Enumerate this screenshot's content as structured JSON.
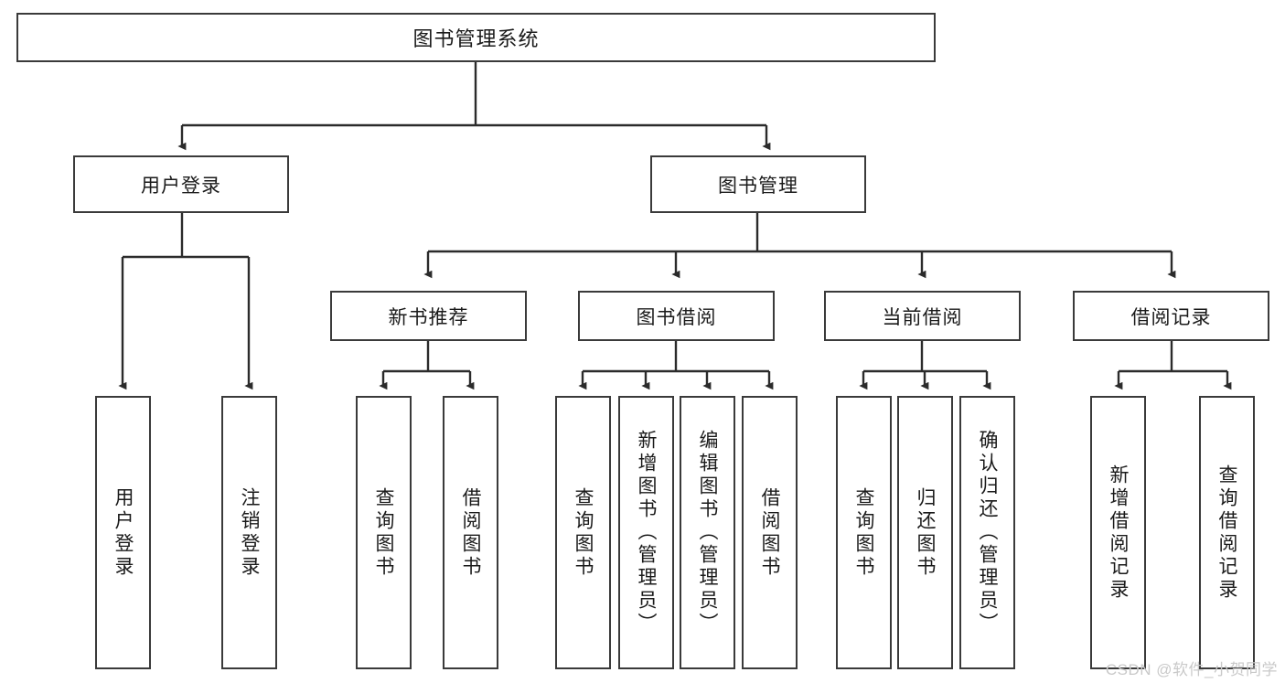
{
  "diagram": {
    "title": "图书管理系统",
    "type": "tree-hierarchy-diagram",
    "colors": {
      "box_border": "#3a3a3a",
      "box_fill": "#ffffff",
      "connector": "#2b2b2b",
      "text": "#1a1a1a",
      "watermark": "#c9c9c9",
      "background": "#ffffff"
    },
    "root": {
      "label": "图书管理系统"
    },
    "level2": [
      {
        "label": "用户登录"
      },
      {
        "label": "图书管理"
      }
    ],
    "level3": [
      {
        "label": "新书推荐"
      },
      {
        "label": "图书借阅"
      },
      {
        "label": "当前借阅"
      },
      {
        "label": "借阅记录"
      }
    ],
    "leaves": {
      "user_login": [
        {
          "label": "用户登录"
        },
        {
          "label": "注销登录"
        }
      ],
      "new_book_recommend": [
        {
          "label": "查询图书"
        },
        {
          "label": "借阅图书"
        }
      ],
      "book_borrow": [
        {
          "label": "查询图书"
        },
        {
          "label": "新增图书（管理员）"
        },
        {
          "label": "编辑图书（管理员）"
        },
        {
          "label": "借阅图书"
        }
      ],
      "current_borrow": [
        {
          "label": "查询图书"
        },
        {
          "label": "归还图书"
        },
        {
          "label": "确认归还（管理员）"
        }
      ],
      "borrow_record": [
        {
          "label": "新增借阅记录"
        },
        {
          "label": "查询借阅记录"
        }
      ]
    }
  },
  "watermark": {
    "text": "CSDN @软件_小贺同学"
  }
}
